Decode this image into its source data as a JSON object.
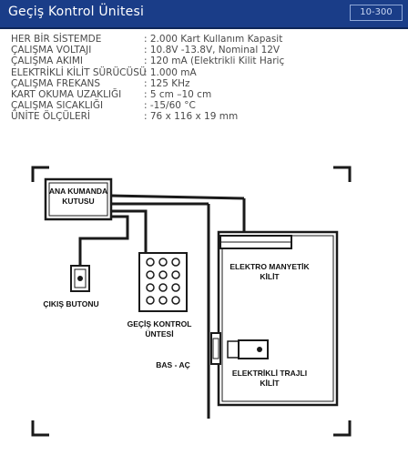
{
  "header": {
    "title": "Geçiş Kontrol Ünitesi",
    "model": "10-300"
  },
  "specs": [
    {
      "label": "HER BİR SİSTEMDE",
      "value": ": 2.000 Kart Kullanım Kapasit"
    },
    {
      "label": "ÇALIŞMA VOLTAJI",
      "value": ": 10.8V -13.8V, Nominal 12V"
    },
    {
      "label": "ÇALIŞMA AKIMI",
      "value": ": 120 mA (Elektrikli Kilit Hariç"
    },
    {
      "label": "ELEKTRİKLİ KİLİT SÜRÜCÜSÜ",
      "value": ": 1.000 mA"
    },
    {
      "label": "ÇALIŞMA FREKANS",
      "value": ": 125 KHz"
    },
    {
      "label": "KART OKUMA UZAKLIĞI",
      "value": ": 5 cm –10 cm"
    },
    {
      "label": "ÇALIŞMA SICAKLIĞI",
      "value": ": -15/60 °C"
    },
    {
      "label": "ÜNİTE ÖLÇÜLERİ",
      "value": ": 76 x 116 x 19 mm"
    }
  ],
  "diagram": {
    "main_box": [
      "ANA KUMANDA",
      "KUTUSU"
    ],
    "exit_button": "ÇIKIŞ BUTONU",
    "controller": [
      "GEÇİŞ KONTROL",
      "ÜNTESİ"
    ],
    "door_release": "BAS - AÇ",
    "magnetic_lock": [
      "ELEKTRO MANYETİK",
      "KİLİT"
    ],
    "electric_strike": [
      "ELEKTRİKLİ TRAJLI",
      "KİLİT"
    ]
  }
}
